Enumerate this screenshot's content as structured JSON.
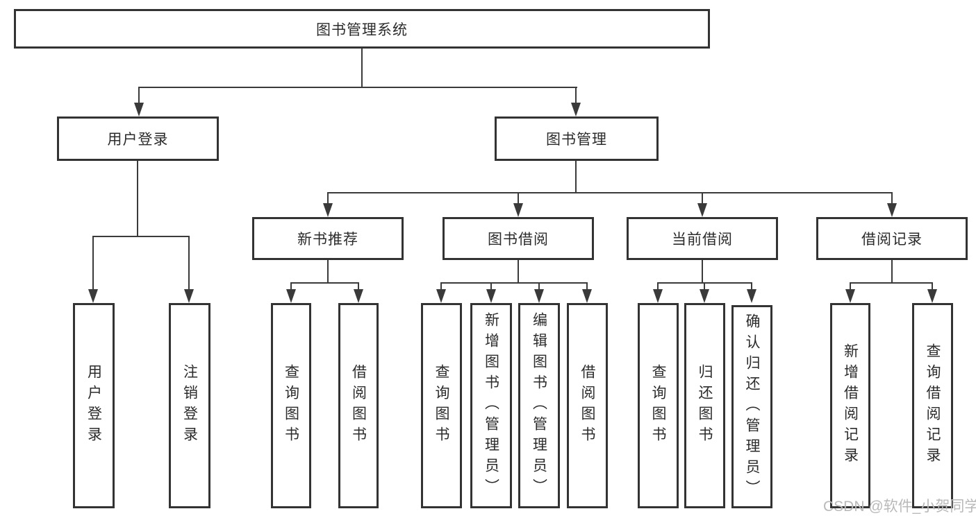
{
  "tree": {
    "label": "图书管理系统",
    "children": [
      {
        "label": "用户登录",
        "children": [
          {
            "label": "用户登录"
          },
          {
            "label": "注销登录"
          }
        ]
      },
      {
        "label": "图书管理",
        "children": [
          {
            "label": "新书推荐",
            "children": [
              {
                "label": "查询图书"
              },
              {
                "label": "借阅图书"
              }
            ]
          },
          {
            "label": "图书借阅",
            "children": [
              {
                "label": "查询图书"
              },
              {
                "label": "新增图书（管理员）"
              },
              {
                "label": "编辑图书（管理员）"
              },
              {
                "label": "借阅图书"
              }
            ]
          },
          {
            "label": "当前借阅",
            "children": [
              {
                "label": "查询图书"
              },
              {
                "label": "归还图书"
              },
              {
                "label": "确认归还（管理员）"
              }
            ]
          },
          {
            "label": "借阅记录",
            "children": [
              {
                "label": "新增借阅记录"
              },
              {
                "label": "查询借阅记录"
              }
            ]
          }
        ]
      }
    ]
  },
  "watermark": {
    "text": "CSDN @软件_小贺同学"
  },
  "colors": {
    "background": "#ffffff",
    "border": "#333333",
    "line": "#3a3a3a",
    "text": "#2b2b2b",
    "watermark": "#b9b9b9"
  }
}
